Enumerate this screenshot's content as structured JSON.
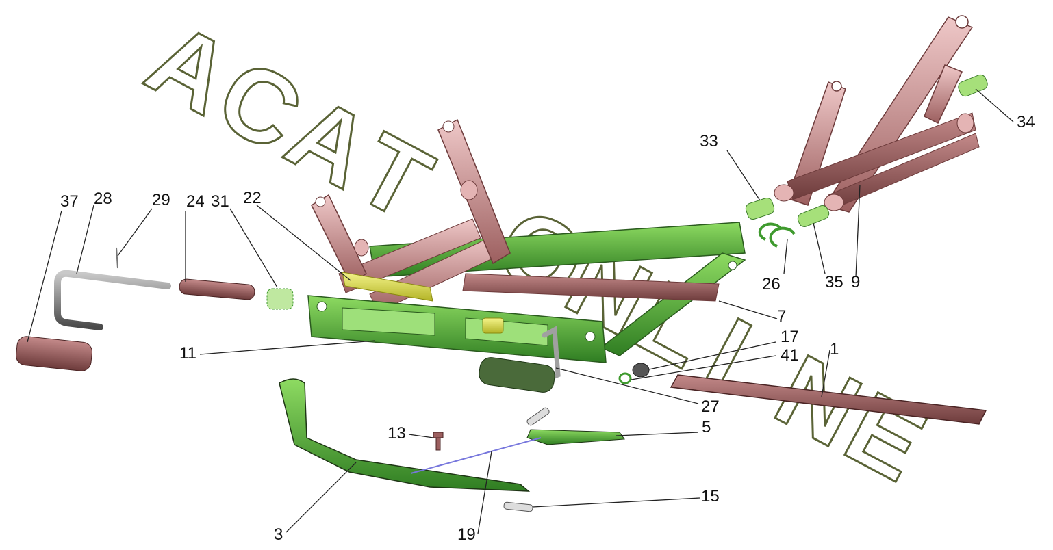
{
  "watermark": {
    "text": "ACAT ONLINE",
    "color": "#5a6336"
  },
  "colors": {
    "frame_green": "#3f9a2e",
    "frame_green_light": "#7fcf5a",
    "rose_part": "#b07070",
    "rose_light": "#e4b4b4",
    "spring_yellow": "#d9d94a",
    "pin_green": "#a6e07a",
    "cable_blue": "#7777dd"
  },
  "callouts": [
    "37",
    "28",
    "29",
    "24",
    "31",
    "22",
    "33",
    "34",
    "26",
    "35",
    "9",
    "7",
    "17",
    "41",
    "1",
    "11",
    "27",
    "13",
    "5",
    "15",
    "3",
    "19"
  ]
}
